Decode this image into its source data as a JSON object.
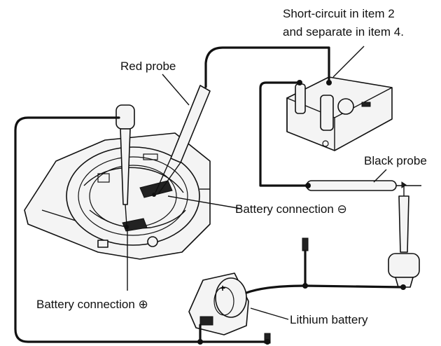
{
  "labels": {
    "short_circuit_line1": "Short-circuit in item 2",
    "short_circuit_line2": "and separate in item 4.",
    "red_probe": "Red probe",
    "black_probe": "Black probe",
    "battery_connection_minus": "Battery connection ⊖",
    "battery_connection_plus": "Battery connection ⊕",
    "lithium_battery": "Lithium battery"
  }
}
